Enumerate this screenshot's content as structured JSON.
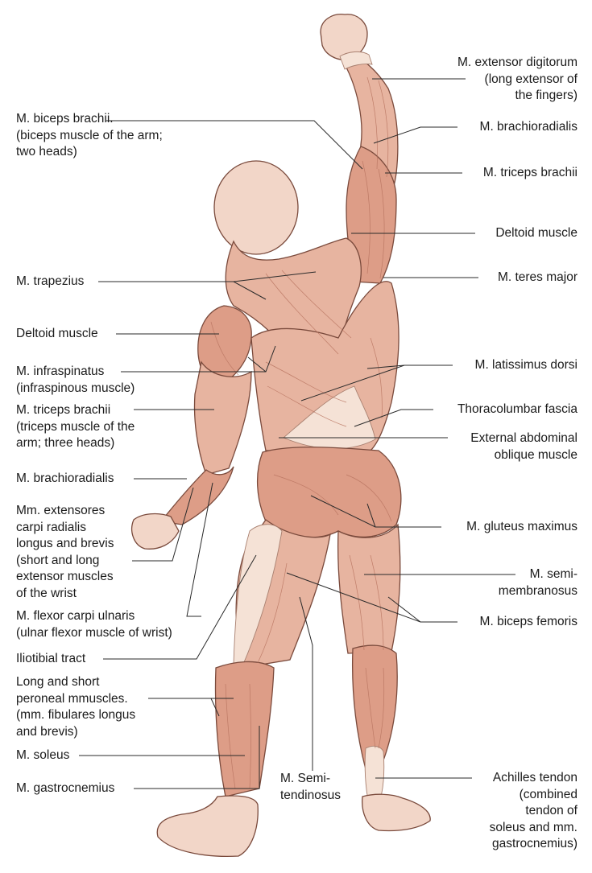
{
  "labels": {
    "ext_digitorum": "M. extensor digitorum\n(long extensor of\nthe fingers)",
    "brachioradialis_r": "M. brachioradialis",
    "triceps_r": "M. triceps brachii",
    "deltoid_r": "Deltoid muscle",
    "teres_major": "M. teres major",
    "latissimus": "M. latissimus dorsi",
    "thoracolumbar": "Thoracolumbar fascia",
    "ext_oblique": "External abdominal\noblique muscle",
    "gluteus": "M. gluteus maximus",
    "semimembranosus": "M. semi-\nmembranosus",
    "biceps_femoris": "M. biceps femoris",
    "achilles": "Achilles tendon\n(combined\ntendon of\nsoleus and mm.\ngastrocnemius)",
    "biceps_brachii": "M. biceps brachii.\n(biceps muscle of the arm;\n two heads)",
    "trapezius": "M. trapezius",
    "deltoid_l": "Deltoid muscle",
    "infraspinatus": "M. infraspinatus\n(infraspinous muscle)",
    "triceps_l": "M. triceps brachii\n(triceps muscle of the\narm; three heads)",
    "brachioradialis_l": "M. brachioradialis",
    "ext_carpi": "Mm. extensores\ncarpi radialis\nlongus and brevis\n(short and long\nextensor muscles\nof the wrist",
    "flexor_carpi": "M. flexor carpi ulnaris\n(ulnar flexor muscle of wrist)",
    "iliotibial": "Iliotibial tract",
    "peroneal": "Long and short\nperoneal mmuscles.\n(mm. fibulares longus\nand brevis)",
    "soleus": "M. soleus",
    "gastrocnemius": "M. gastrocnemius",
    "semitendinosus": "M. Semi-\ntendinosus"
  },
  "colors": {
    "muscle": "#e7b4a0",
    "muscle_dark": "#dd9d87",
    "skin": "#f2d6c8",
    "fascia": "#f5e2d6",
    "outline": "#7a4a3c",
    "leader_line": "#2a2a2a",
    "text": "#1b1b1b"
  }
}
